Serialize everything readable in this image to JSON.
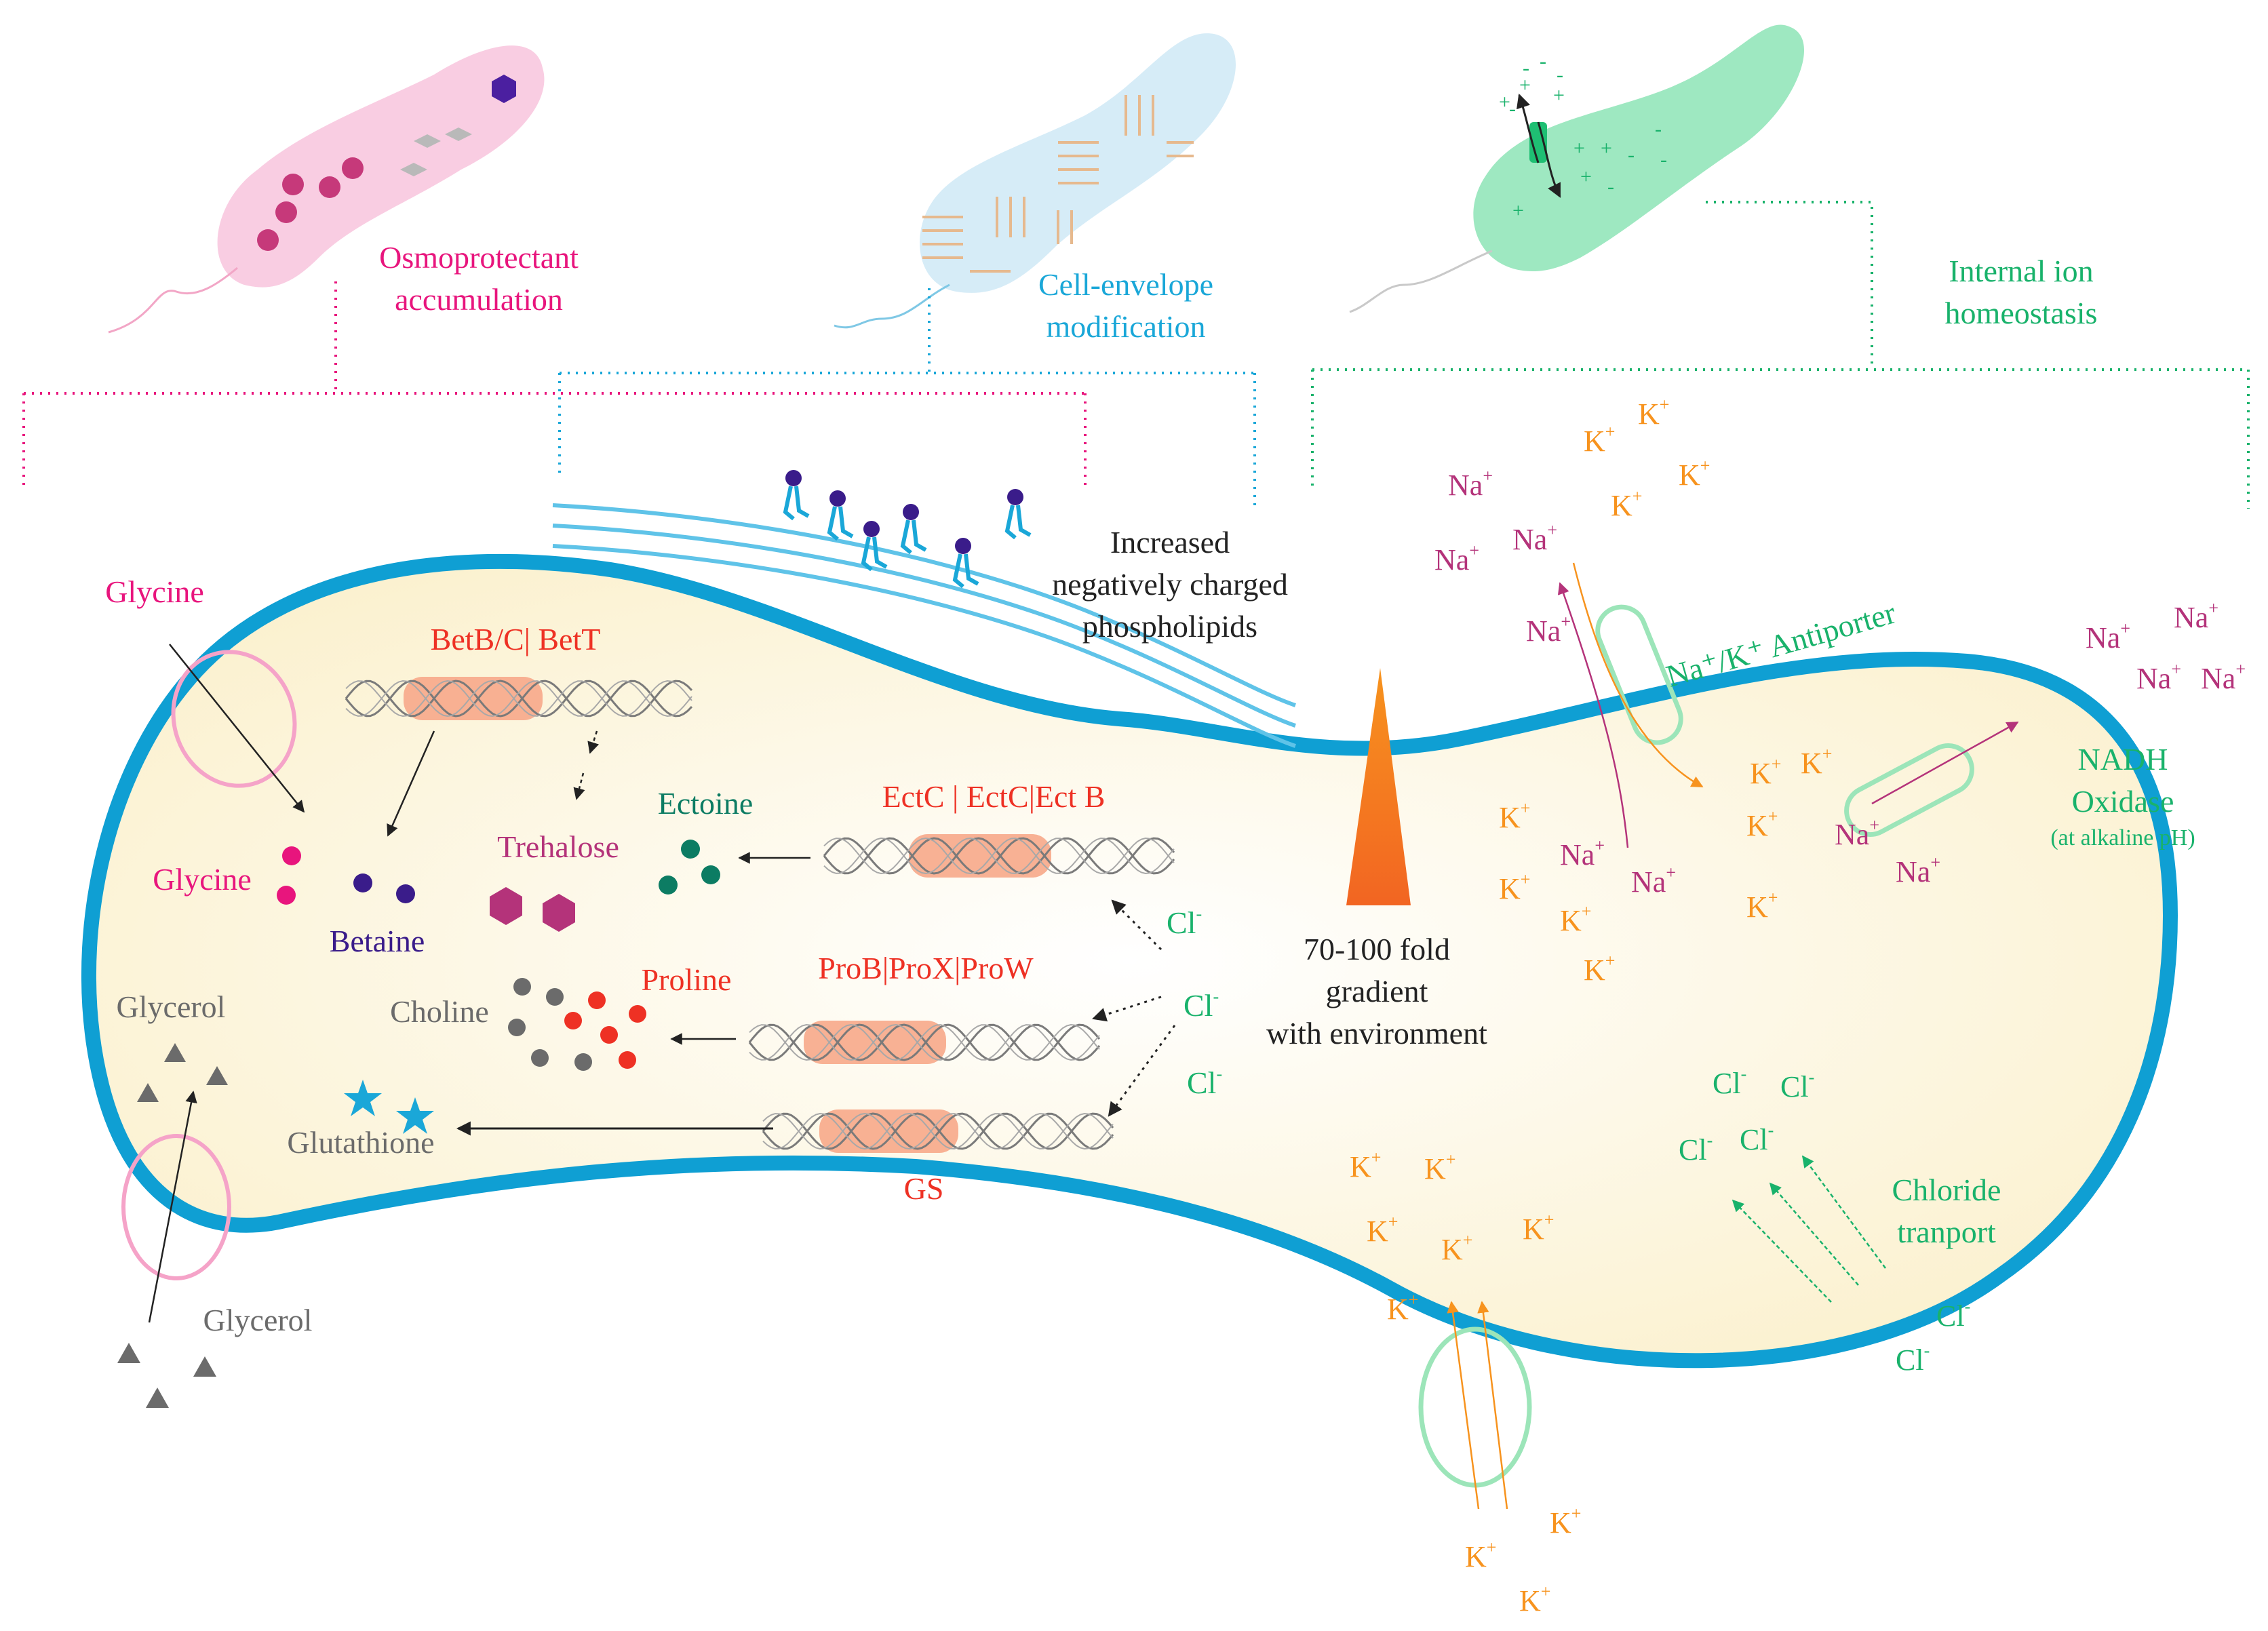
{
  "colors": {
    "pink": "#e8157d",
    "blue": "#1aa7d8",
    "green": "#19b26b",
    "red": "#ee3124",
    "orange": "#f7931e",
    "magenta": "#b4337a",
    "purple": "#3a1c8a",
    "teal": "#0c7c63",
    "gray": "#6b6b6b",
    "black": "#222222",
    "cellFill": "#fdf6df",
    "membrane": "#0f9fd3"
  },
  "top": {
    "osmo_line1": "Osmoprotectant",
    "osmo_line2": "accumulation",
    "env_line1": "Cell-envelope",
    "env_line2": "modification",
    "ion_line1": "Internal ion",
    "ion_line2": "homeostasis"
  },
  "membrane": {
    "line1": "Increased",
    "line2": "negatively charged",
    "line3": "phospholipids"
  },
  "genes": {
    "betb": "BetB/C| BetT",
    "ect": "EctC | EctC|Ect B",
    "pro": "ProB|ProX|ProW",
    "gs": "GS"
  },
  "molecules": {
    "glycine_out": "Glycine",
    "glycine_in": "Glycine",
    "betaine": "Betaine",
    "trehalose": "Trehalose",
    "ectoine": "Ectoine",
    "choline": "Choline",
    "proline": "Proline",
    "glycerol_in": "Glycerol",
    "glycerol_out": "Glycerol",
    "glutathione": "Glutathione"
  },
  "gradient": {
    "line1": "70-100 fold",
    "line2": "gradient",
    "line3": "with environment"
  },
  "transport": {
    "antiporter": "Na⁺/K⁺ Antiporter",
    "nadh_line1": "NADH",
    "nadh_line2": "Oxidase",
    "nadh_line3": "(at alkaline pH)",
    "chloride_line1": "Chloride",
    "chloride_line2": "tranport"
  },
  "ions": {
    "na": "Na",
    "k": "K",
    "cl": "Cl",
    "plus": "+",
    "minus": "-"
  }
}
